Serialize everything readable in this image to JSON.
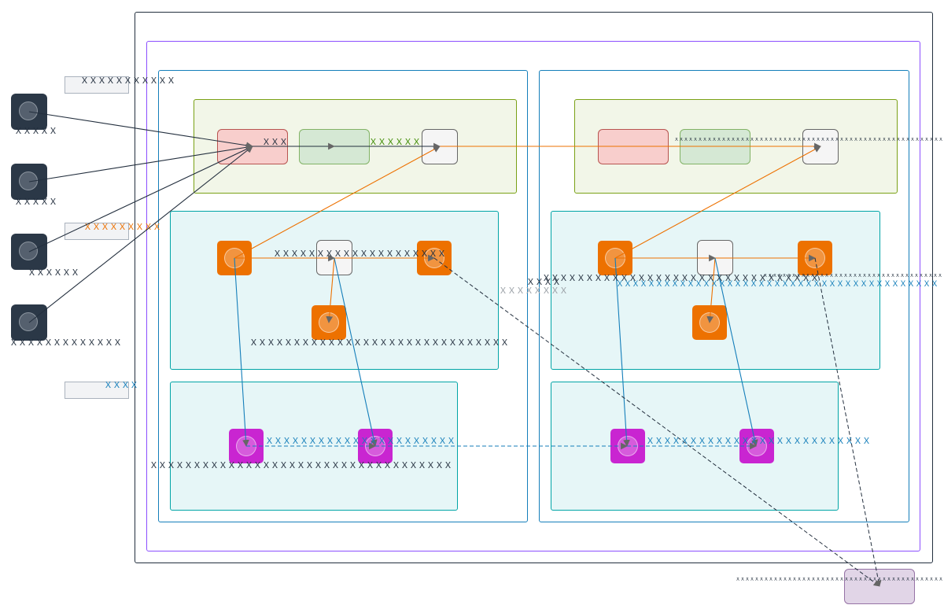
{
  "colors": {
    "outer_border": "#232f3e",
    "vpc_border": "#8c4fff",
    "az_border": "#147eba",
    "public_subnet": "#7aa116",
    "private_subnet": "#00a4a6",
    "compute_orange": "#ed7100",
    "database_magenta": "#c925d1",
    "user_tile": "#2b3847",
    "red_node": "#f8cecc",
    "green_node": "#d5e8d4",
    "gray_node": "#f5f5f5",
    "purple_node": "#e1d5e7"
  },
  "users": [
    {
      "label": "ＸＸＸＸＸ",
      "icon": "user-icon"
    },
    {
      "label": "ＸＸＸＸＸ",
      "icon": "user-icon"
    },
    {
      "label": "ＸＸＸＸＸＸ",
      "icon": "user-icon"
    },
    {
      "label": "ＸＸＸＸＸＸＸＸＸＸＸＸＸ",
      "icon": "user-icon"
    }
  ],
  "legend": {
    "item1": "ＸＸＸＸＸＸＸＸＸＸＸ",
    "item2": "ＸＸＸＸＸＸＸＸＸ",
    "item3": "ＸＸＸＸ"
  },
  "labels": {
    "az1_public_text1": "ＸＸＸ",
    "az1_public_text2": "ＸＸＸＸＸＸ",
    "az1_private_text1": "ＸＸＸＸＸＸＸＸＸＸＸＸＸＸＸＸＸＸＸＸ",
    "az1_private_text2": "ＸＸＸＸＸＸＸＸＸＸＸＸＸＸＸＸＸＸＸＸＸＸＸＸＸＸＸＸＸＸ",
    "az1_db_text1": "ＸＸＸＸＸＸＸＸＸＸＸＸＸＸＸＸＸＸＸＸＸＸ",
    "az1_db_text2": "ＸＸＸＸＸＸＸＸＸＸＸＸＸＸＸＸＸＸＸＸＸＸＸＸＸＸＸＸＸＸＸＸＸＸＸ",
    "mid_text1": "ＸＸＸＸ",
    "mid_text2": "ＸＸＸＸＸＸＸＸ",
    "az2_public_text1": "ＸＸＸＸＸＸＸＸＸＸＸＸＸＸＸＸＸＸＸＸＸＸＸＸＸＸＸＸＸＸＸＸＸＸＸＸＸＸＸＸＸＸＸＸＸＸＸＸＸＸＸＸＸＸＸＸＸＸＸＸＸＸ",
    "az2_private_text1": "ＸＸＸＸＸＸＸＸＸＸＸＸＸＸＸＸＸＸＸＸＸＸＸＸＸＸＸＸＸＸＸＸ",
    "az2_private_text2": "ＸＸＸＸＸＸＸＸＸＸＸＸＸＸＸＸＸＸＸＸＸＸＸＸＸＸＸＸＸＸＸＸＸＸＸＸＸＸＸＸＸ",
    "az2_private_text3": "ＸＸＸＸＸＸＸＸＸＸＸＸＸＸＸＸＸＸＸＸＸＸＸＸＸＸＸＸＸＸＸＸＸＸＸＸＸＸＸＸＸＸ",
    "az2_db_text1": "ＸＸＸＸＸＸＸＸＸＸＸＸＸＸＸＸＸＸＸＸＸＸＸＸＸＸ",
    "external_text": "ＸＸＸＸＸＸＸＸＸＸＸＸＸＸＸＸＸＸＸＸＸＸＸＸＸＸＸＸＸＸＸＸＸＸＸＸＸＸＸＸＸＸＸＸＸ"
  }
}
